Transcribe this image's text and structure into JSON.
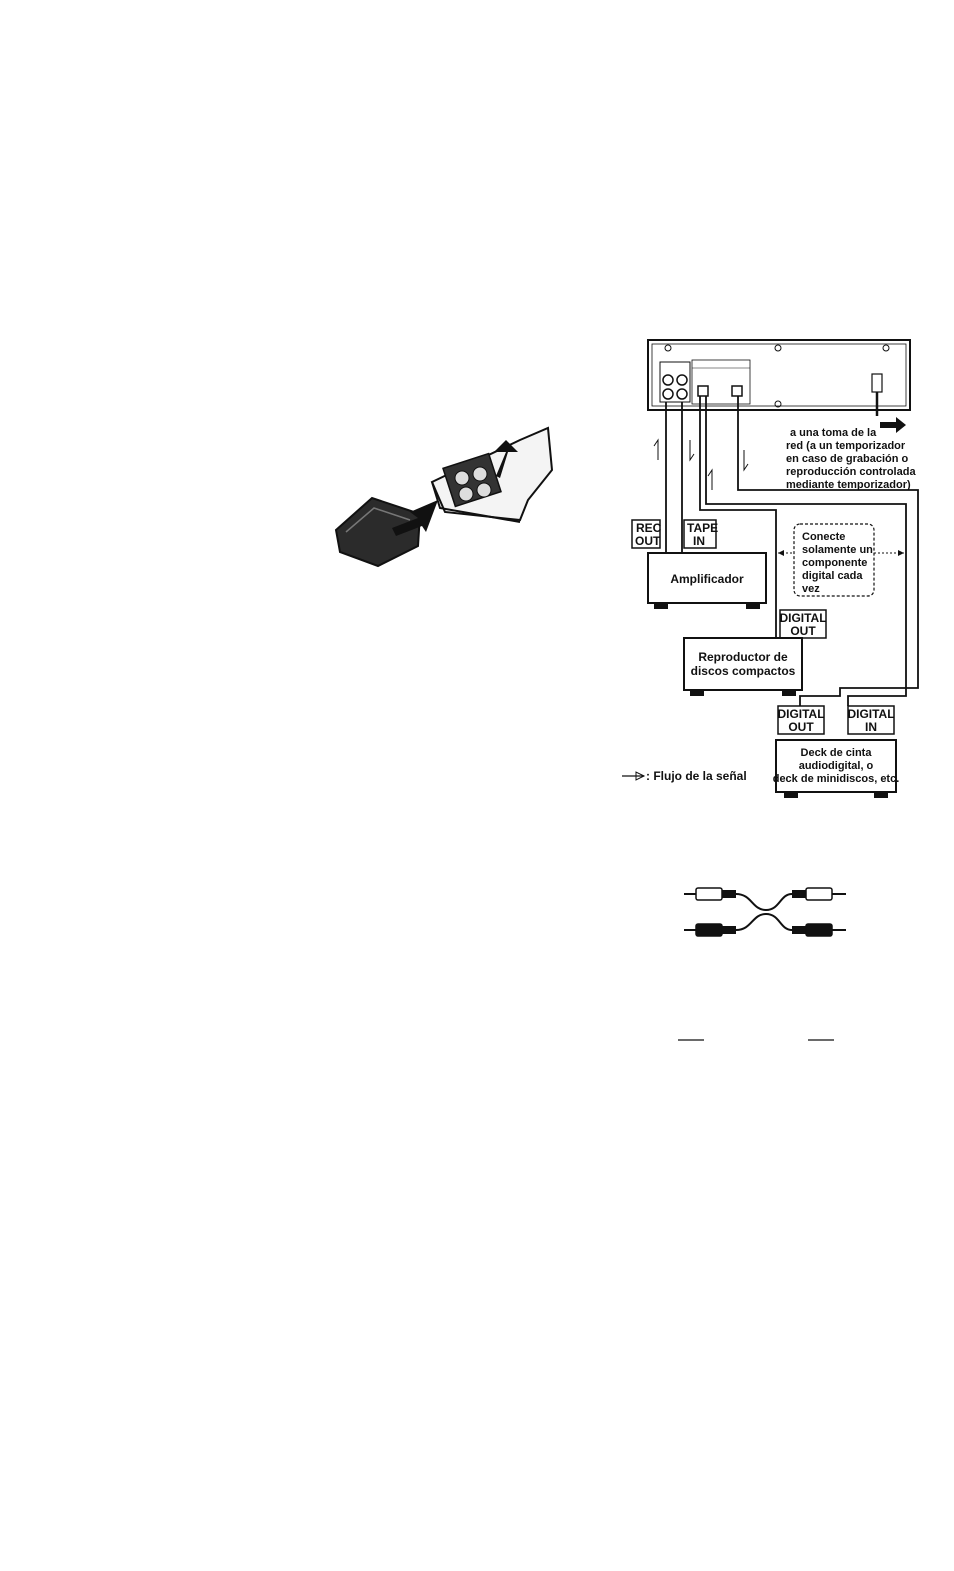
{
  "remote_illustration": {
    "icons": [
      "remote-control-icon",
      "battery-cover-icon",
      "arrow-icon"
    ]
  },
  "connection_diagram": {
    "power_note": [
      "a una toma de la",
      "red (a un temporizador",
      "en caso de grabación o",
      "reproducción controlada",
      "mediante temporizador)"
    ],
    "rec_out": [
      "REC",
      "OUT"
    ],
    "tape_in": [
      "TAPE",
      "IN"
    ],
    "amplifier": "Amplificador",
    "note_box": [
      "Conecte",
      "solamente un",
      "componente",
      "digital cada",
      "vez"
    ],
    "digital_out_cd": [
      "DIGITAL",
      "OUT"
    ],
    "cd_player": [
      "Reproductor de",
      "discos compactos"
    ],
    "digital_out_deck": [
      "DIGITAL",
      "OUT"
    ],
    "digital_in_deck": [
      "DIGITAL",
      "IN"
    ],
    "deck": [
      "Deck de cinta",
      "audiodigital, o",
      "deck de minidiscos, etc."
    ],
    "signal_flow": ": Flujo de la señal"
  },
  "cable_illustration": {
    "icons": [
      "audio-cable-icon"
    ]
  }
}
